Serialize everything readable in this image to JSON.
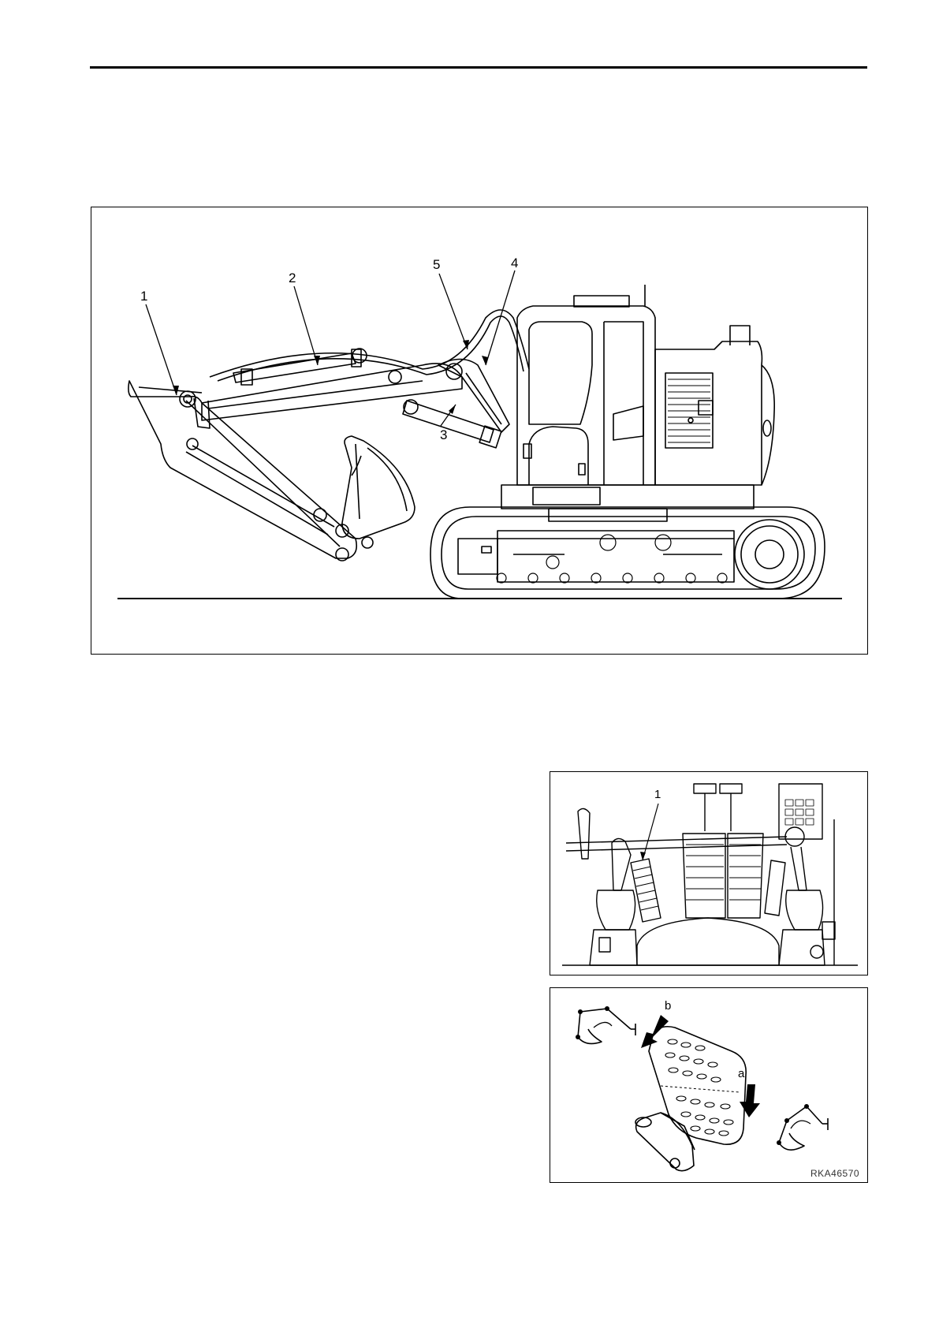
{
  "main_figure": {
    "callouts": [
      "1",
      "2",
      "3",
      "4",
      "5"
    ]
  },
  "cab_figure": {
    "callouts": [
      "1"
    ]
  },
  "pedal_figure": {
    "callouts": [
      "a",
      "b"
    ],
    "code": "RKA46570"
  }
}
